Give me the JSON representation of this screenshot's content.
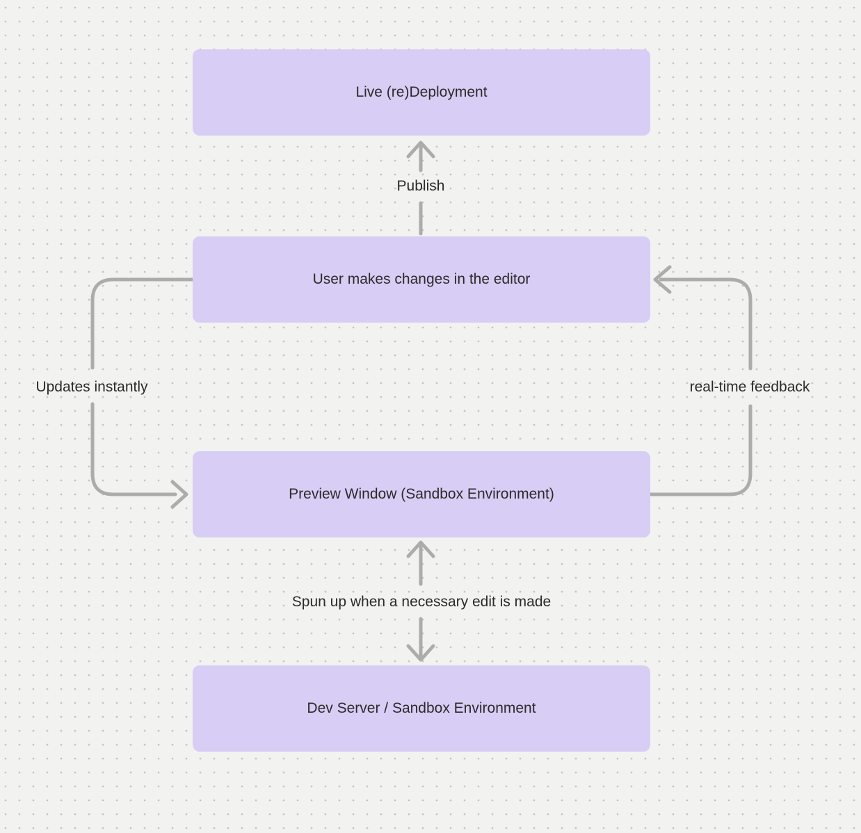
{
  "diagram": {
    "nodes": [
      {
        "id": "live-deployment",
        "label": "Live (re)Deployment"
      },
      {
        "id": "editor",
        "label": "User makes changes in the editor"
      },
      {
        "id": "preview",
        "label": "Preview Window (Sandbox Environment)"
      },
      {
        "id": "dev-server",
        "label": "Dev Server / Sandbox Environment"
      }
    ],
    "edges": [
      {
        "from": "editor",
        "to": "live-deployment",
        "label": "Publish",
        "direction": "up"
      },
      {
        "from": "editor",
        "to": "preview",
        "label": "Updates instantly",
        "direction": "down-left-loop"
      },
      {
        "from": "preview",
        "to": "editor",
        "label": "real-time feedback",
        "direction": "up-right-loop"
      },
      {
        "from": "preview",
        "to": "dev-server",
        "label": "Spun up when a necessary edit is made",
        "direction": "bidirectional"
      }
    ]
  },
  "colors": {
    "background": "#f2f2f1",
    "dot": "#c4c4c4",
    "node_fill": "#d8cdf4",
    "connector": "#acacac",
    "text": "#2b2b2b"
  }
}
